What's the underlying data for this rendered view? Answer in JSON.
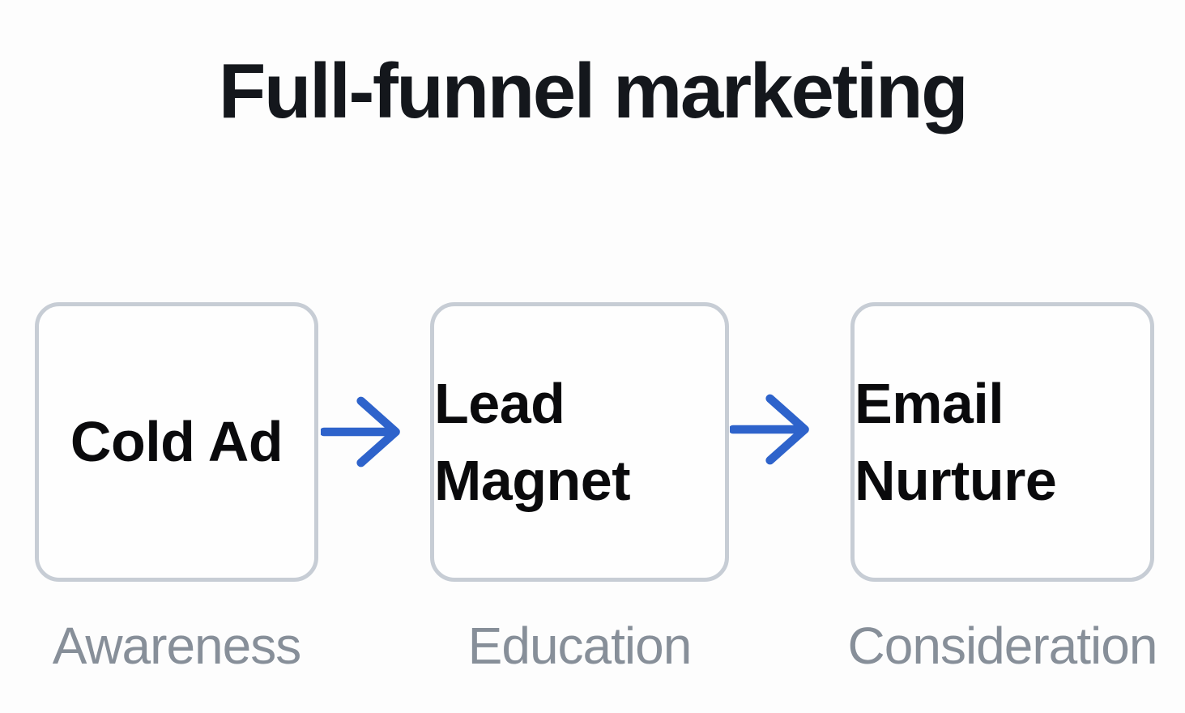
{
  "title": "Full-funnel marketing",
  "diagram": {
    "type": "flow",
    "direction": "left-to-right",
    "stages": [
      {
        "box": "Cold Ad",
        "stage": "Awareness"
      },
      {
        "box": "Lead Magnet",
        "stage": "Education"
      },
      {
        "box": "Email Nurture",
        "stage": "Consideration"
      }
    ],
    "connectors": [
      {
        "from": "Cold Ad",
        "to": "Lead Magnet",
        "icon": "arrow-right-icon"
      },
      {
        "from": "Lead Magnet",
        "to": "Email Nurture",
        "icon": "arrow-right-icon"
      }
    ]
  },
  "colors": {
    "title_text": "#14171c",
    "box_text": "#0a0a0c",
    "box_border": "#c7cdd5",
    "box_fill": "#fefefe",
    "stage_label_text": "#878f99",
    "arrow_blue": "#2e63cb",
    "background": "#fdfdfd"
  }
}
